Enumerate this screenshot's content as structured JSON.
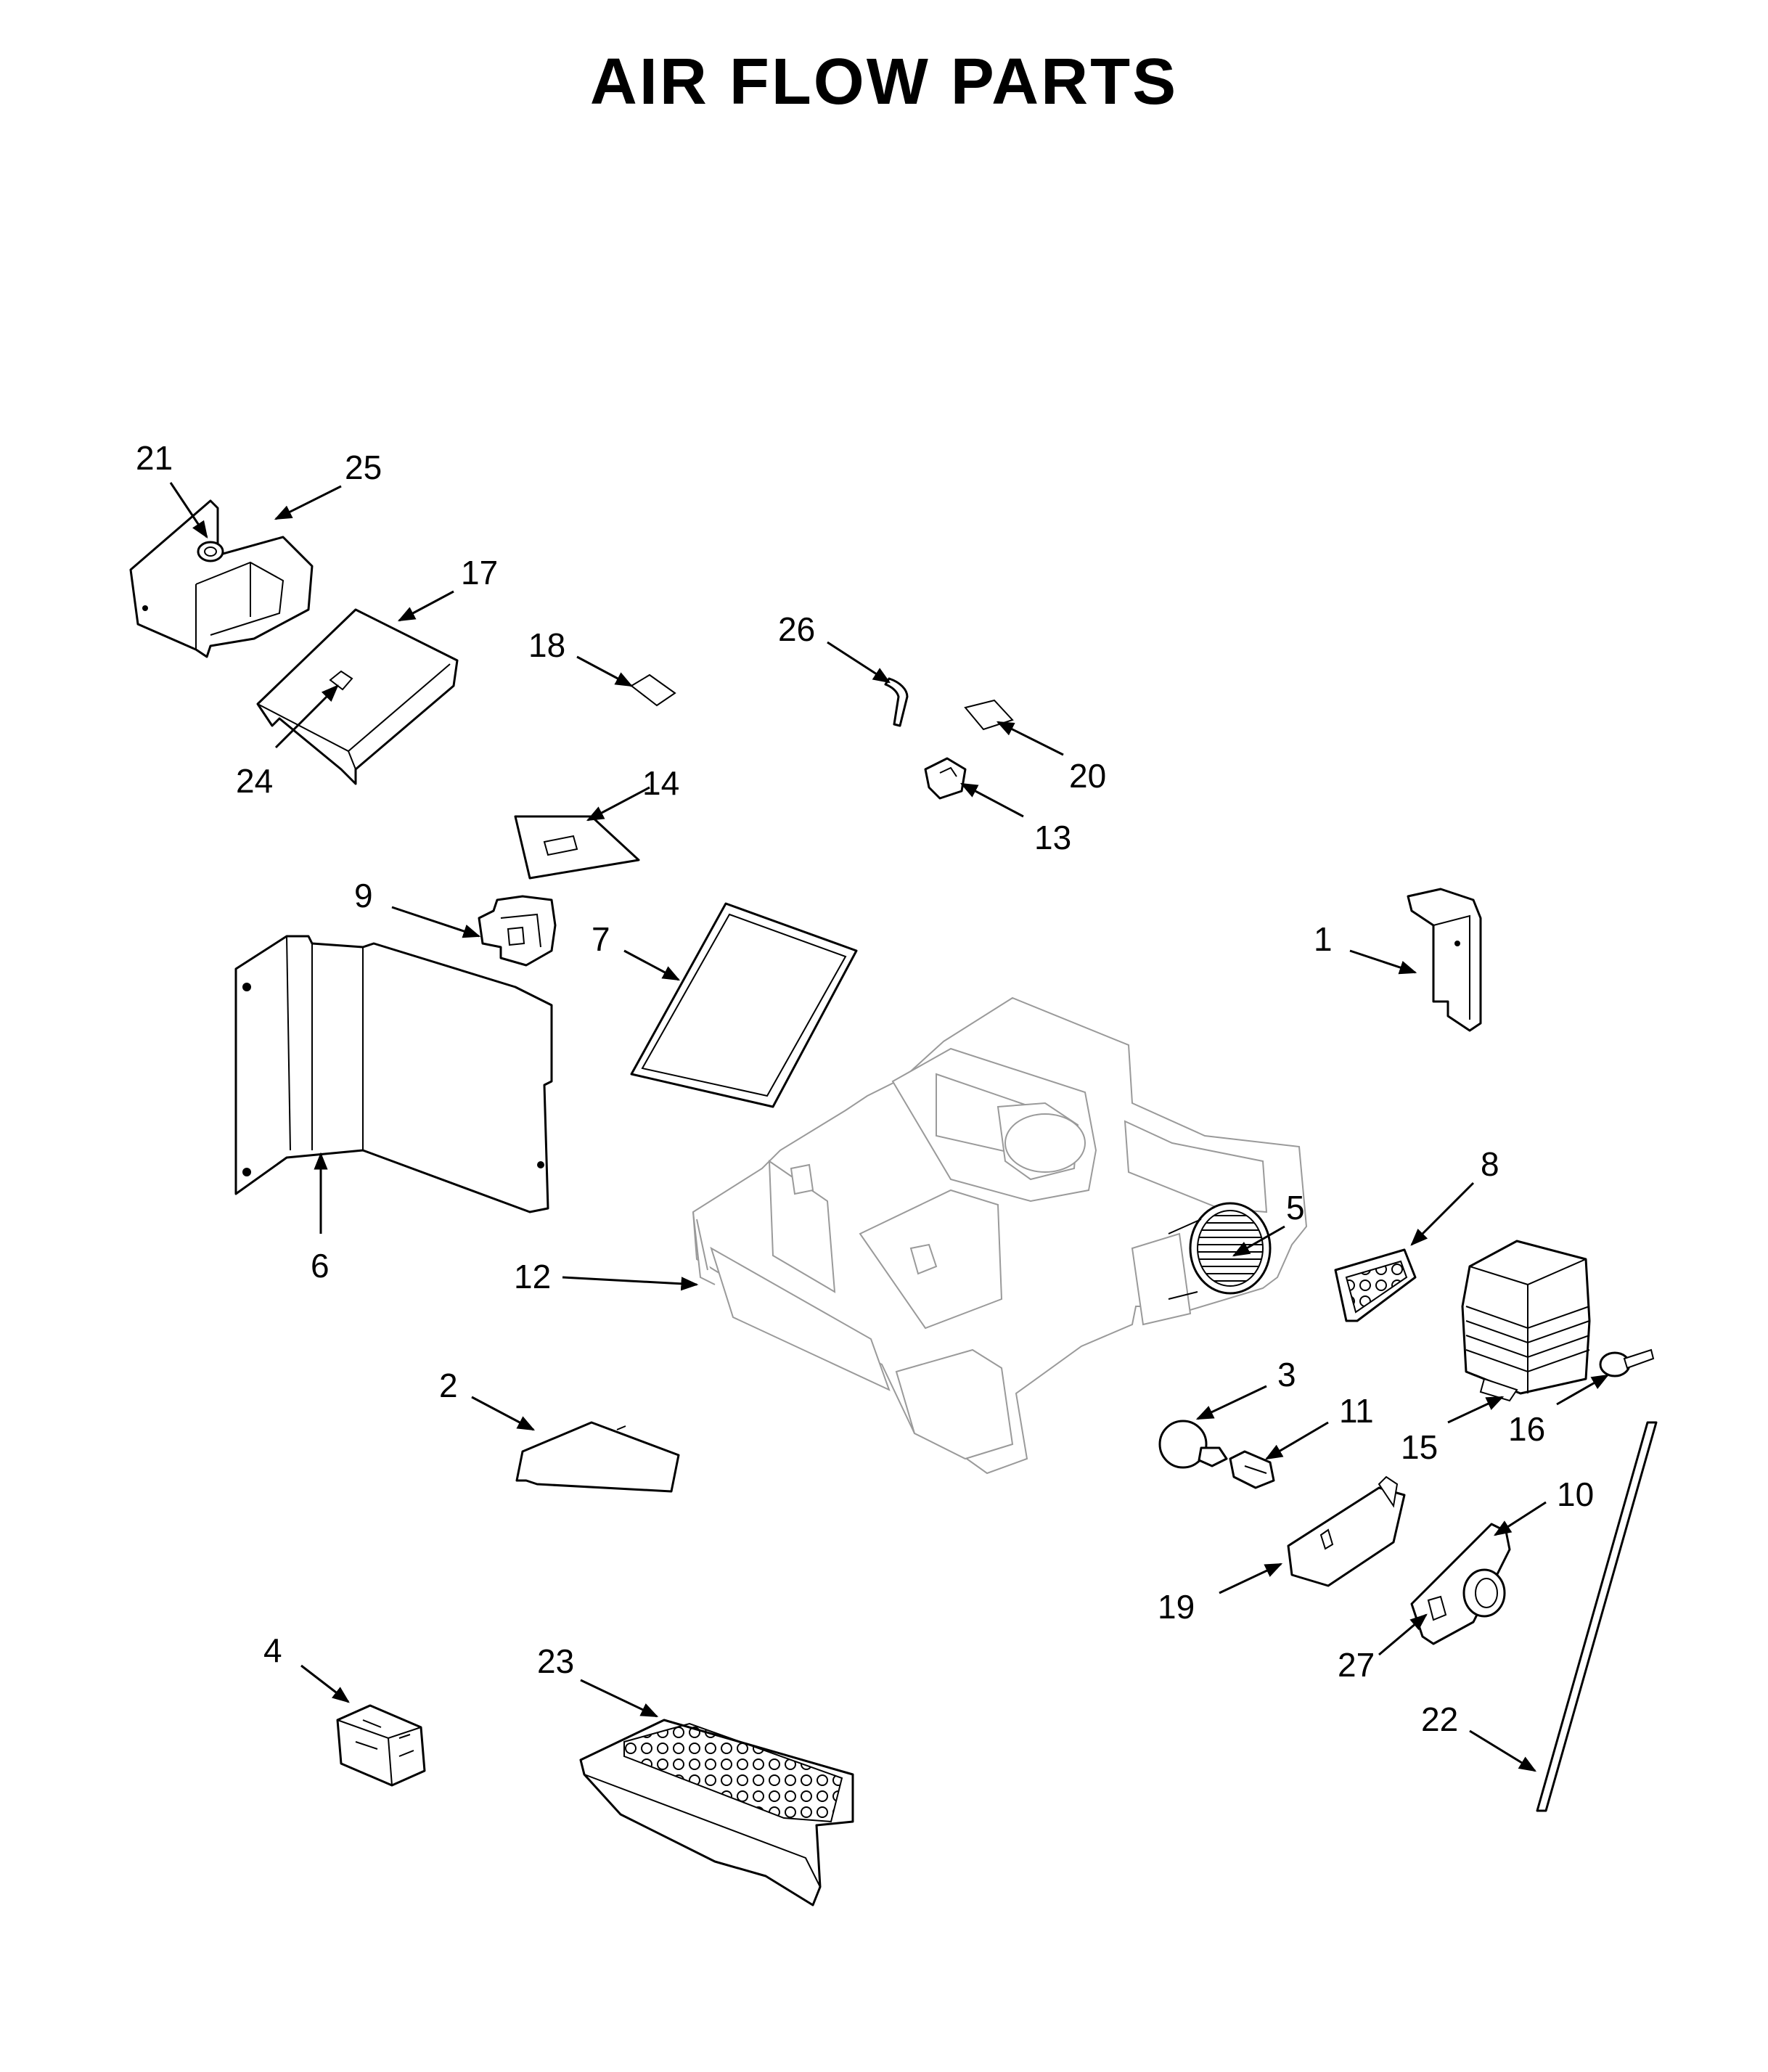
{
  "title": "AIR FLOW PARTS",
  "callouts": [
    {
      "id": "21",
      "label": "21"
    },
    {
      "id": "25",
      "label": "25"
    },
    {
      "id": "17",
      "label": "17"
    },
    {
      "id": "24",
      "label": "24"
    },
    {
      "id": "18",
      "label": "18"
    },
    {
      "id": "26",
      "label": "26"
    },
    {
      "id": "20",
      "label": "20"
    },
    {
      "id": "13",
      "label": "13"
    },
    {
      "id": "14",
      "label": "14"
    },
    {
      "id": "9",
      "label": "9"
    },
    {
      "id": "7",
      "label": "7"
    },
    {
      "id": "1",
      "label": "1"
    },
    {
      "id": "6",
      "label": "6"
    },
    {
      "id": "8",
      "label": "8"
    },
    {
      "id": "5",
      "label": "5"
    },
    {
      "id": "12",
      "label": "12"
    },
    {
      "id": "2",
      "label": "2"
    },
    {
      "id": "3",
      "label": "3"
    },
    {
      "id": "11",
      "label": "11"
    },
    {
      "id": "15",
      "label": "15"
    },
    {
      "id": "16",
      "label": "16"
    },
    {
      "id": "10",
      "label": "10"
    },
    {
      "id": "19",
      "label": "19"
    },
    {
      "id": "27",
      "label": "27"
    },
    {
      "id": "4",
      "label": "4"
    },
    {
      "id": "23",
      "label": "23"
    },
    {
      "id": "22",
      "label": "22"
    }
  ]
}
